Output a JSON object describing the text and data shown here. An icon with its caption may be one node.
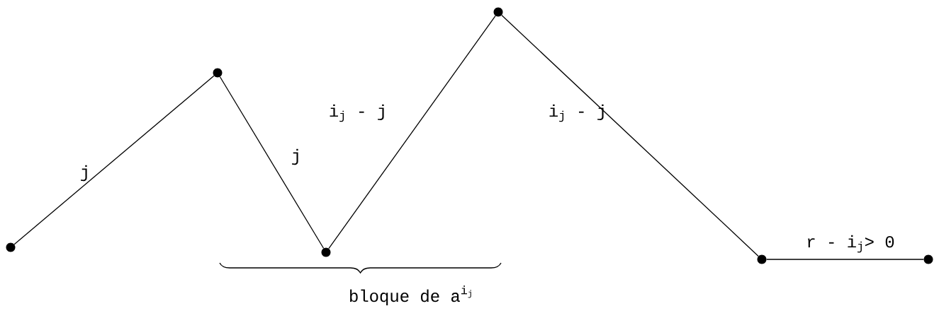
{
  "diagram": {
    "nodes": [
      {
        "text": [],
        "shape": "circle"
      },
      {
        "text": [],
        "shape": "circle"
      },
      {
        "text": [],
        "shape": "circle"
      },
      {
        "text": [],
        "shape": "circle"
      },
      {
        "text": [],
        "shape": "circle"
      },
      {
        "text": [],
        "shape": "circle"
      }
    ],
    "edges": [
      {
        "from": 0,
        "to": 1,
        "arrow": "none",
        "label": "j"
      },
      {
        "from": 1,
        "to": 2,
        "arrow": "none",
        "label": "j"
      },
      {
        "from": 2,
        "to": 3,
        "arrow": "none",
        "label": "i$_{j}$ - j"
      },
      {
        "from": 3,
        "to": 4,
        "arrow": "none",
        "label": "i$_{j}$ - j"
      },
      {
        "from": 4,
        "to": 5,
        "arrow": "none",
        "label": "r - i$_{j}$> 0"
      }
    ],
    "labels": [
      "\\mathtt{bloque\\ de\\ a}^{\\mathtt{i}_{\\mathtt{j}}}"
    ]
  }
}
